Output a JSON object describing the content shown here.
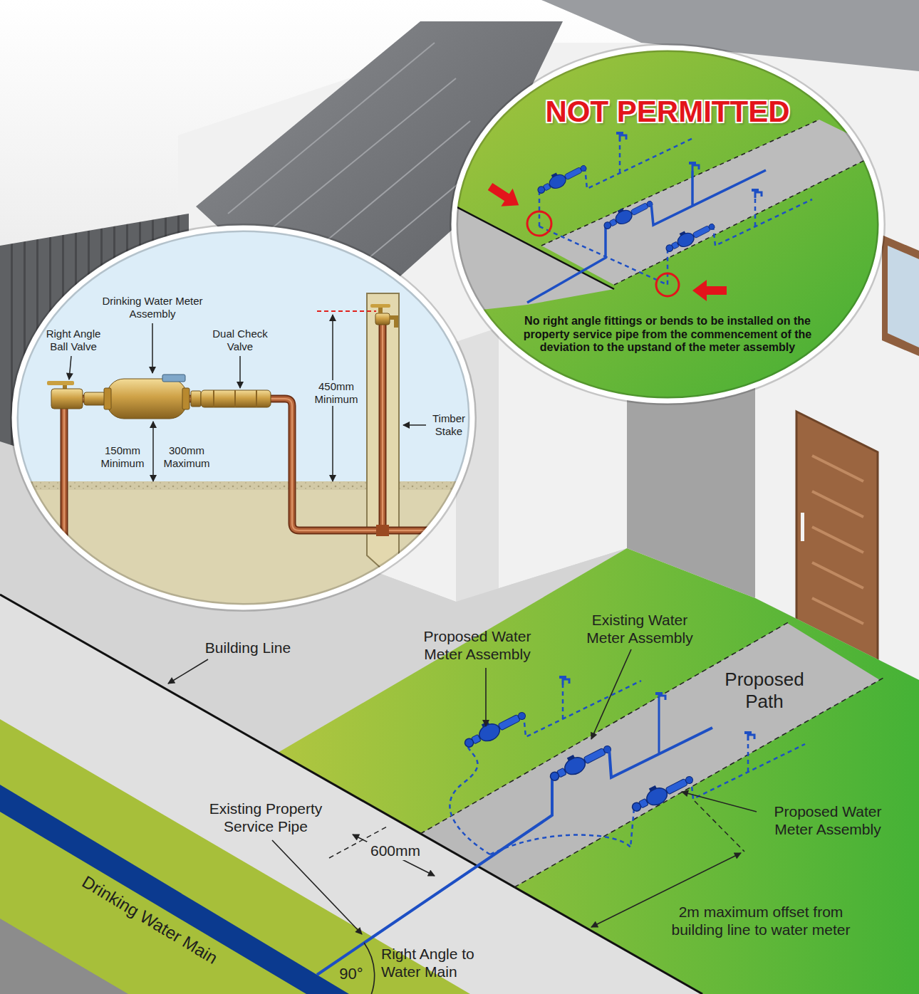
{
  "diagram": {
    "nodes": [
      {
        "text": [
          "Drinking Water Meter Assembly",
          "Right Angle Ball Valve",
          "Dual Check Valve",
          "450mm Minimum",
          "Timber Stake",
          "150mm Minimum",
          "300mm Maximum"
        ]
      },
      {
        "text": [
          "NOT PERMITTED",
          "No right angle fittings or bends to be installed on the property service pipe from the commencement of the deviation to the upstand of the meter assembly"
        ]
      }
    ],
    "labels": [
      "Building Line",
      "Proposed Water Meter Assembly",
      "Existing Water Meter Assembly",
      "Proposed Path",
      "Existing Property Service Pipe",
      "600mm",
      "Proposed Water Meter Assembly",
      "2m maximum offset from building line to water meter",
      "Drinking Water Main",
      "90°",
      "Right Angle to Water Main"
    ]
  }
}
